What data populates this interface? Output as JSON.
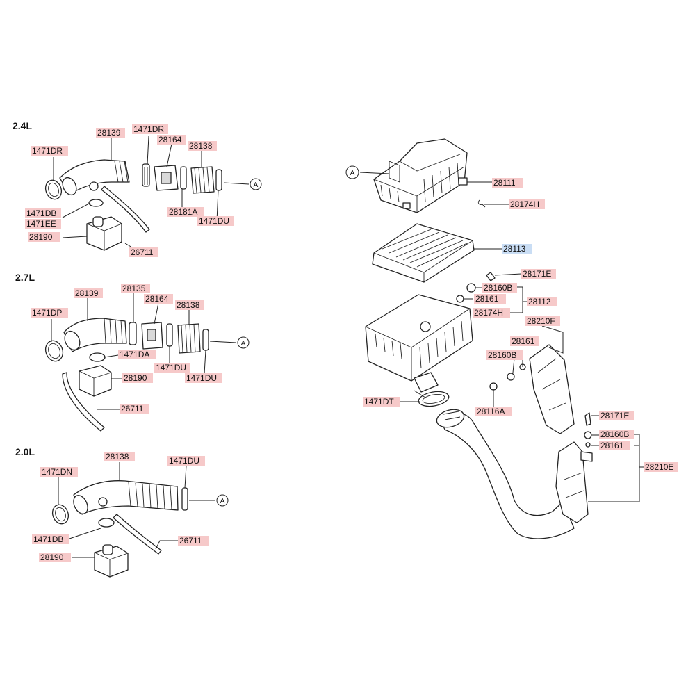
{
  "sections": {
    "s24": "2.4L",
    "s27": "2.7L",
    "s20": "2.0L"
  },
  "ref_marker": "A",
  "labels": {
    "a_28139": "28139",
    "a_1471DR_top": "1471DR",
    "a_28164": "28164",
    "a_28138": "28138",
    "a_1471DR_left": "1471DR",
    "a_1471DB": "1471DB",
    "a_1471EE": "1471EE",
    "a_28190": "28190",
    "a_28181A": "28181A",
    "a_1471DU": "1471DU",
    "a_26711": "26711",
    "b_28139": "28139",
    "b_28135": "28135",
    "b_28164": "28164",
    "b_28138": "28138",
    "b_1471DP": "1471DP",
    "b_1471DA": "1471DA",
    "b_28190": "28190",
    "b_1471DU_a": "1471DU",
    "b_1471DU_b": "1471DU",
    "b_26711": "26711",
    "c_28138": "28138",
    "c_1471DU": "1471DU",
    "c_1471DN": "1471DN",
    "c_1471DB": "1471DB",
    "c_28190": "28190",
    "c_26711": "26711",
    "r_28111": "28111",
    "r_28174H_top": "28174H",
    "r_28113": "28113",
    "r_28171E_top": "28171E",
    "r_28160B_top": "28160B",
    "r_28161_top": "28161",
    "r_28112": "28112",
    "r_28174H_mid": "28174H",
    "r_28210F": "28210F",
    "r_28161_mid": "28161",
    "r_28160B_mid": "28160B",
    "r_1471DT": "1471DT",
    "r_28116A": "28116A",
    "r_28171E_low": "28171E",
    "r_28160B_low": "28160B",
    "r_28161_low": "28161",
    "r_28210E": "28210E"
  },
  "colors": {
    "label_highlight": "#f6c9c9",
    "label_selected": "#c9ddf4",
    "line": "#222222"
  }
}
